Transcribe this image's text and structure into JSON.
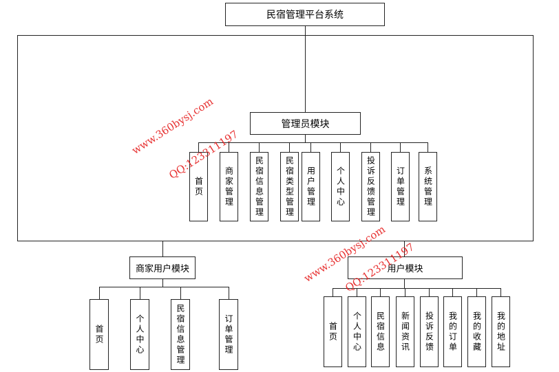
{
  "root": {
    "label": "民宿管理平台系统"
  },
  "admin": {
    "label": "管理员模块",
    "children": [
      "首页",
      "商家管理",
      "民宿信息管理",
      "民宿类型管理",
      "用户管理",
      "个人中心",
      "投诉反馈管理",
      "订单管理",
      "系统管理"
    ]
  },
  "merchant": {
    "label": "商家用户模块",
    "children": [
      "首页",
      "个人中心",
      "民宿信息管理",
      "订单管理"
    ]
  },
  "user": {
    "label": "用户模块",
    "children": [
      "首页",
      "个人中心",
      "民宿信息",
      "新闻资讯",
      "投诉反馈",
      "我的订单",
      "我的收藏",
      "我的地址"
    ]
  },
  "watermarks": [
    "www.360bysj.com",
    "QQ:123311197",
    "www.360bysj.com",
    "QQ:123311197"
  ]
}
